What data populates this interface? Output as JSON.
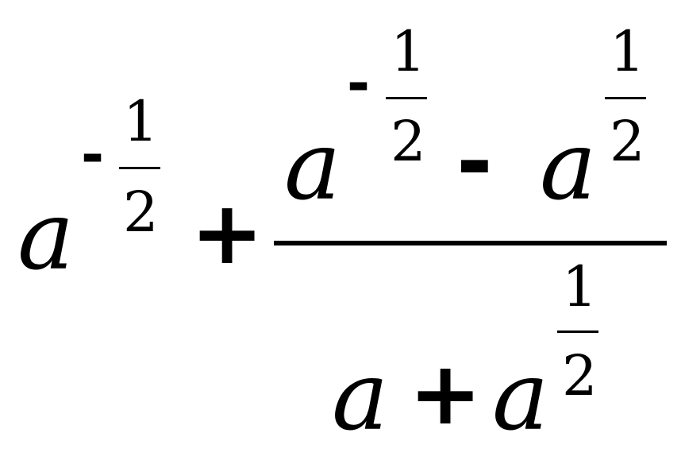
{
  "expression": {
    "term1": {
      "base": "a",
      "exp_sign": "-",
      "exp_num": "1",
      "exp_den": "2"
    },
    "plus": "+",
    "fraction": {
      "numerator": {
        "left": {
          "base": "a",
          "exp_sign": "-",
          "exp_num": "1",
          "exp_den": "2"
        },
        "minus": "-",
        "right": {
          "base": "a",
          "exp_num": "1",
          "exp_den": "2"
        }
      },
      "denominator": {
        "left": {
          "base": "a"
        },
        "plus": "+",
        "right": {
          "base": "a",
          "exp_num": "1",
          "exp_den": "2"
        }
      }
    }
  }
}
